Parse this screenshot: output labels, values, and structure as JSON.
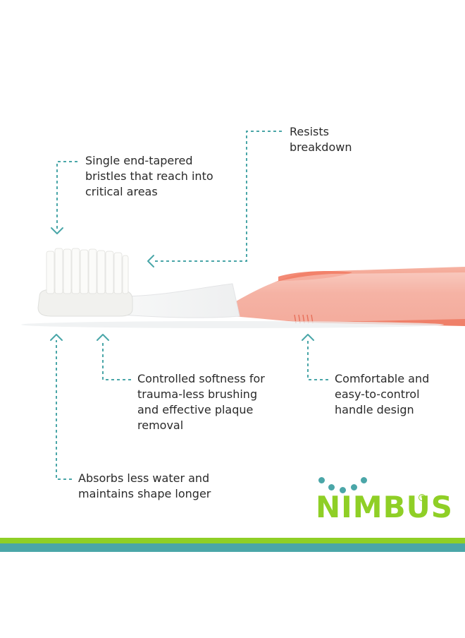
{
  "callouts": {
    "resists": "Resists\nbreakdown",
    "bristles": "Single end-tapered\nbristles that reach into\ncritical areas",
    "softness": "Controlled softness for\ntrauma-less brushing\nand effective plaque\nremoval",
    "handle": "Comfortable and\neasy-to-control\nhandle design",
    "absorbs": "Absorbs less water and\nmaintains shape longer"
  },
  "brand": {
    "name": "NIMBUS",
    "registered_mark": "®",
    "primary_color": "#8fcf26",
    "accent_color": "#4aa6a8"
  },
  "colors": {
    "guide_line": "#4aa6a8",
    "handle": "#f08a74",
    "bristles": "#f4f4f1"
  },
  "icons": {
    "product": "toothbrush-illustration",
    "arrows": "arrow-head-icon"
  }
}
